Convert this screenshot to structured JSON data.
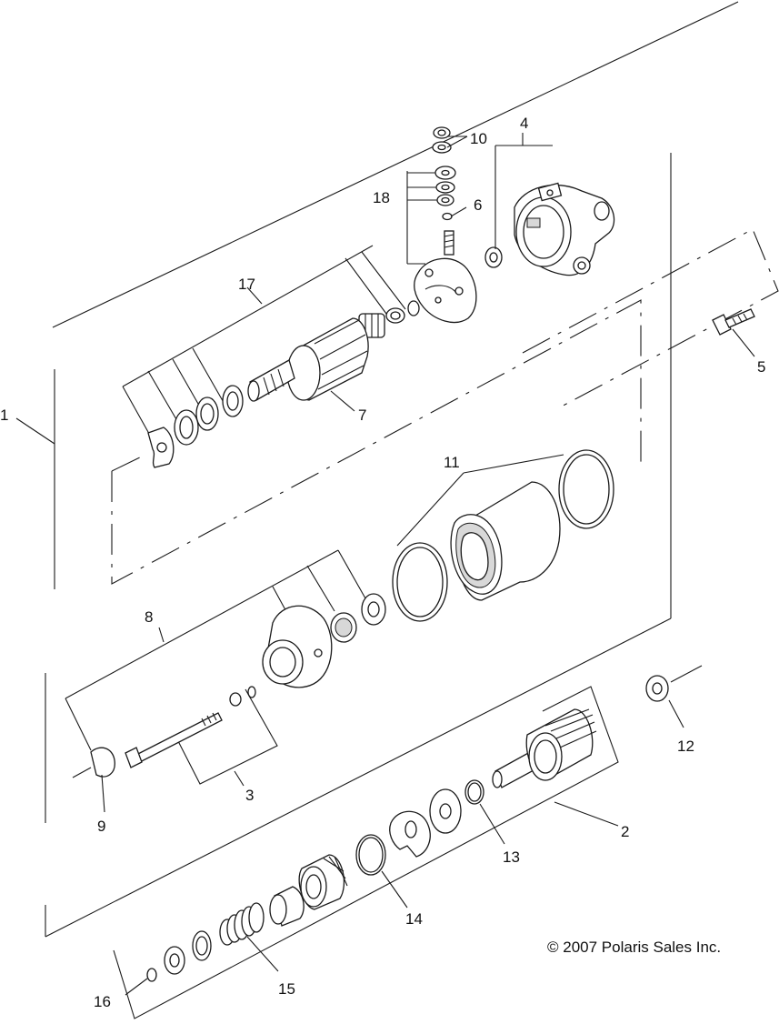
{
  "diagram": {
    "copyright": "© 2007 Polaris Sales Inc.",
    "callouts": {
      "c1": "1",
      "c2": "2",
      "c3": "3",
      "c4": "4",
      "c5": "5",
      "c6": "6",
      "c7": "7",
      "c8": "8",
      "c9": "9",
      "c10": "10",
      "c11": "11",
      "c12": "12",
      "c13": "13",
      "c14": "14",
      "c15": "15",
      "c16": "16",
      "c17": "17",
      "c18": "18"
    }
  }
}
